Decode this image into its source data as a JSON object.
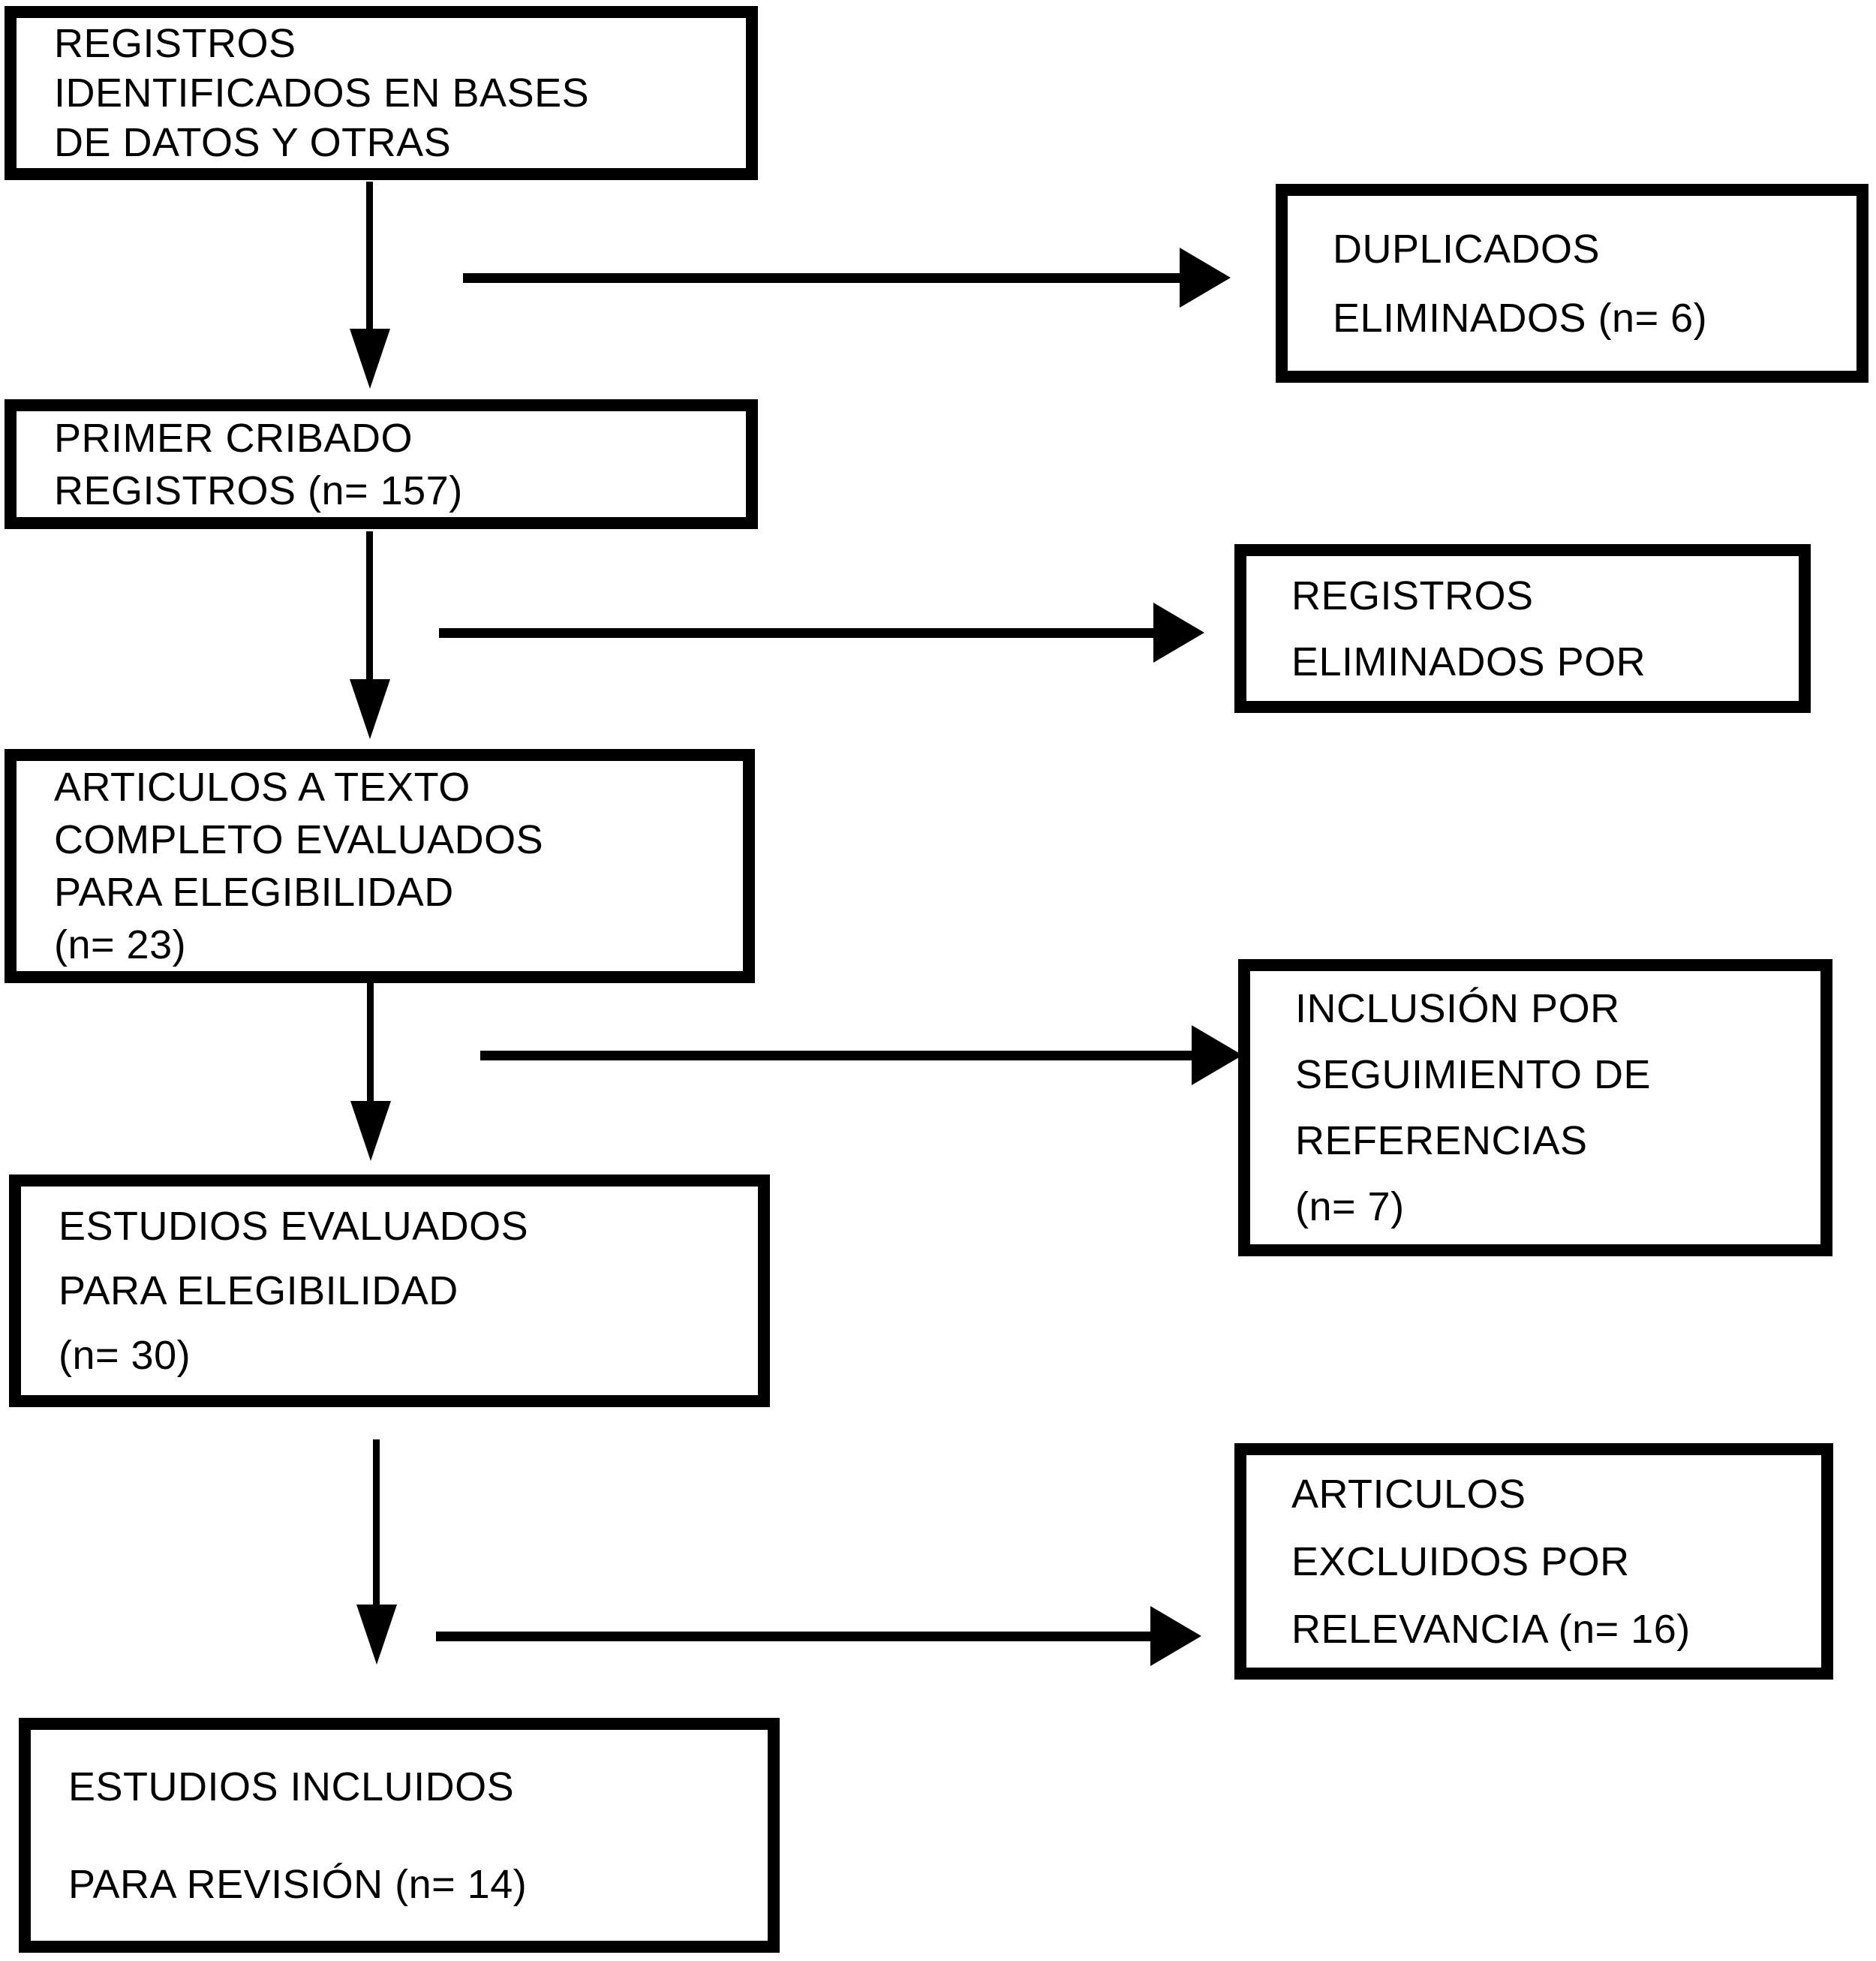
{
  "page": {
    "background_color": "#ffffff",
    "ink_color": "#000000",
    "type": "prisma-flow-diagram"
  },
  "boxes": {
    "identificados": {
      "lines": [
        "REGISTROS",
        "IDENTIFICADOS EN BASES",
        "DE DATOS Y OTRAS"
      ]
    },
    "primer_cribado": {
      "lines": [
        "PRIMER CRIBADO",
        "REGISTROS (n= 157)"
      ]
    },
    "texto_completo": {
      "lines": [
        "ARTICULOS A TEXTO",
        "COMPLETO EVALUADOS",
        "PARA ELEGIBILIDAD",
        "(n= 23)"
      ]
    },
    "estudios_evaluados": {
      "lines": [
        "ESTUDIOS EVALUADOS",
        "PARA ELEGIBILIDAD",
        "(n= 30)"
      ]
    },
    "estudios_incluidos": {
      "lines": [
        "ESTUDIOS INCLUIDOS",
        "PARA REVISIÓN (n= 14)"
      ]
    },
    "duplicados": {
      "lines": [
        "DUPLICADOS",
        "ELIMINADOS (n= 6)"
      ]
    },
    "registros_eliminados": {
      "lines": [
        "REGISTROS",
        "ELIMINADOS POR"
      ]
    },
    "inclusion_referencias": {
      "lines": [
        "INCLUSIÓN POR",
        "SEGUIMIENTO DE",
        "REFERENCIAS",
        "(n= 7)"
      ]
    },
    "articulos_excluidos": {
      "lines": [
        "ARTICULOS",
        "EXCLUIDOS POR",
        "RELEVANCIA (n= 16)"
      ]
    }
  }
}
